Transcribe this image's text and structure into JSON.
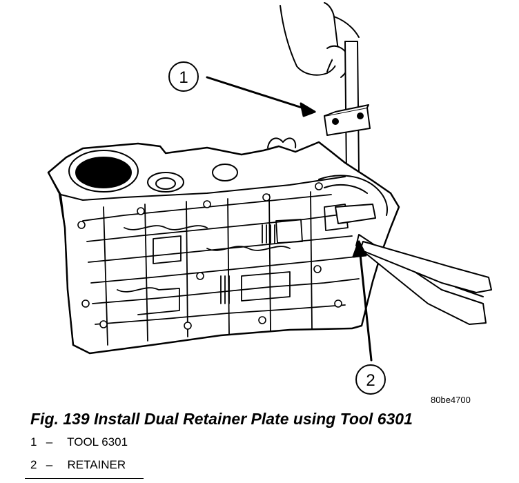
{
  "figure": {
    "image_code": "80be4700",
    "callouts": [
      "1",
      "2"
    ]
  },
  "caption": "Fig. 139 Install Dual Retainer Plate using Tool 6301",
  "legend": [
    {
      "number": "1",
      "separator": "–",
      "label": "TOOL 6301"
    },
    {
      "number": "2",
      "separator": "–",
      "label": "RETAINER"
    }
  ]
}
